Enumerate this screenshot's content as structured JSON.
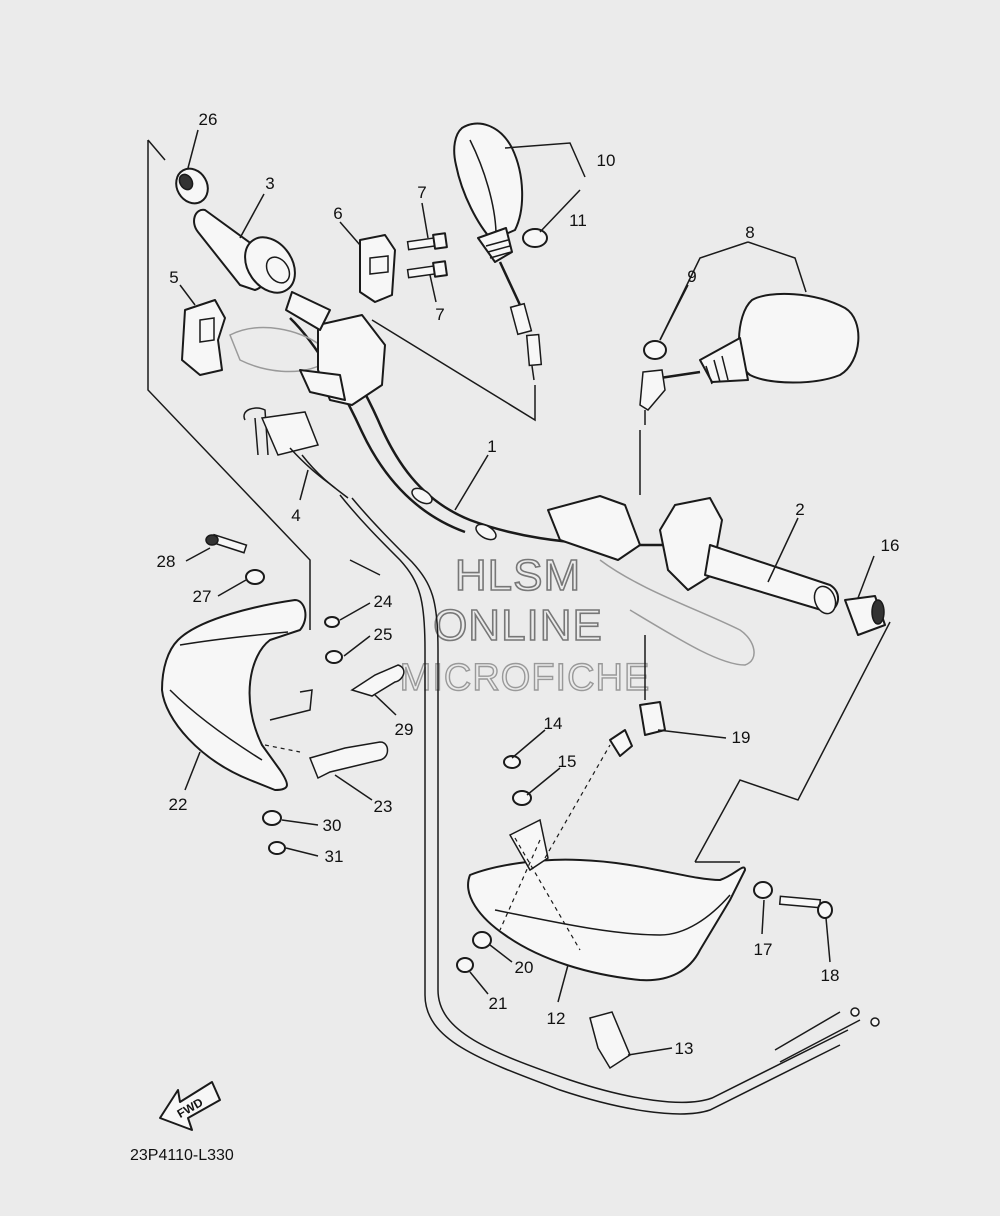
{
  "diagram_code": "23P4110-L330",
  "watermark": {
    "line1": "HLSM",
    "line2": "ONLINE",
    "line3": "MICROFICHE"
  },
  "direction_label": "FWD",
  "callouts": {
    "c1": "1",
    "c2": "2",
    "c3": "3",
    "c4": "4",
    "c5": "5",
    "c6": "6",
    "c7a": "7",
    "c7b": "7",
    "c8": "8",
    "c9": "9",
    "c10": "10",
    "c11": "11",
    "c12": "12",
    "c13": "13",
    "c14": "14",
    "c15": "15",
    "c16": "16",
    "c17": "17",
    "c18": "18",
    "c19": "19",
    "c20": "20",
    "c21": "21",
    "c22": "22",
    "c23": "23",
    "c24": "24",
    "c25": "25",
    "c26": "26",
    "c27": "27",
    "c28": "28",
    "c29": "29",
    "c30": "30",
    "c31": "31"
  }
}
